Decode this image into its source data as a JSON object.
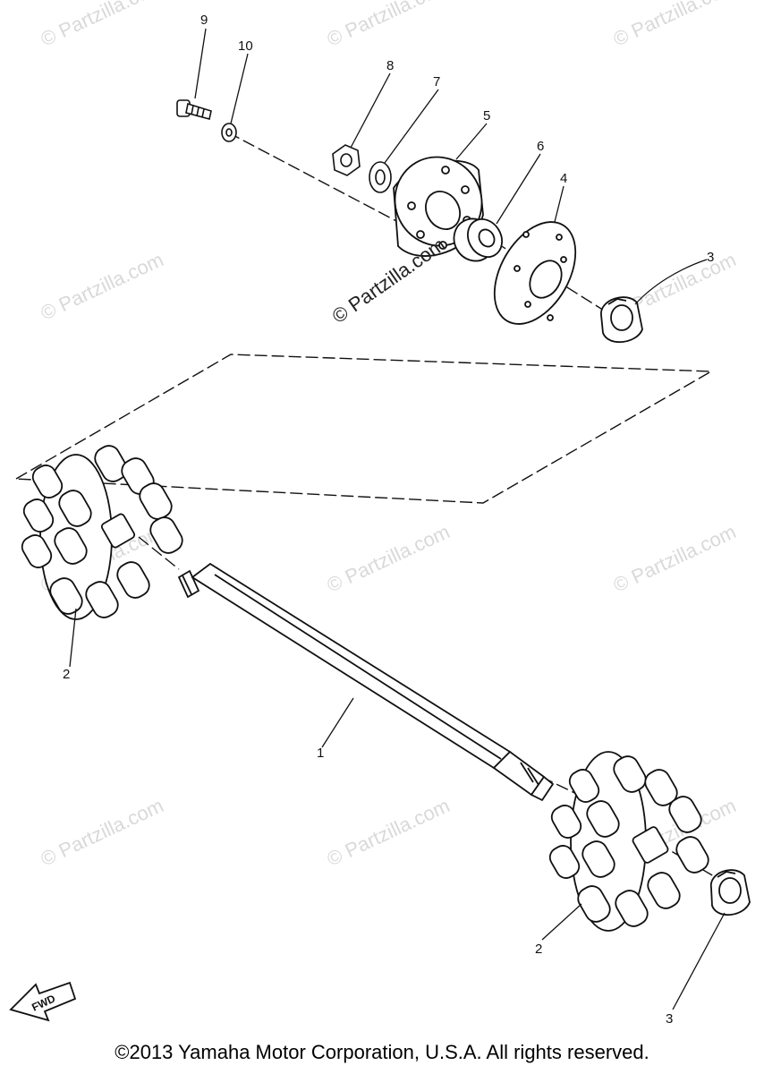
{
  "callouts": {
    "c1": "1",
    "c2a": "2",
    "c2b": "2",
    "c3a": "3",
    "c3b": "3",
    "c4": "4",
    "c5": "5",
    "c6": "6",
    "c7": "7",
    "c8": "8",
    "c9": "9",
    "c10": "10"
  },
  "watermark": "© Partzilla.com",
  "fwd_label": "FWD",
  "copyright": "©2013 Yamaha Motor Corporation, U.S.A. All rights reserved."
}
